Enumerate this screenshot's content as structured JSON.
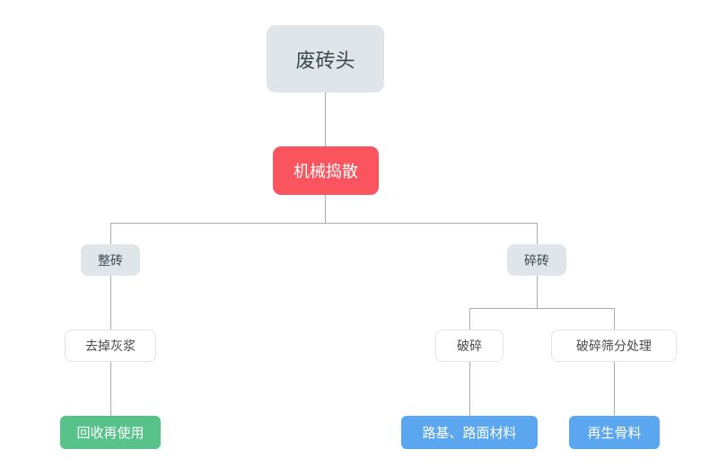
{
  "diagram": {
    "type": "flowchart",
    "nodes": {
      "root": {
        "label": "废砖头",
        "style": "gray"
      },
      "process": {
        "label": "机械捣散",
        "style": "red"
      },
      "whole_brick": {
        "label": "整砖",
        "style": "gray"
      },
      "broken_brick": {
        "label": "碎砖",
        "style": "gray"
      },
      "remove_mortar": {
        "label": "去掉灰浆",
        "style": "outline"
      },
      "crush": {
        "label": "破碎",
        "style": "outline"
      },
      "crush_screen": {
        "label": "破碎筛分处理",
        "style": "outline"
      },
      "recycle_reuse": {
        "label": "回收再使用",
        "style": "green"
      },
      "road_material": {
        "label": "路基、路面材料",
        "style": "blue"
      },
      "recycled_aggregate": {
        "label": "再生骨料",
        "style": "blue"
      }
    },
    "edges": [
      [
        "废砖头",
        "机械捣散"
      ],
      [
        "机械捣散",
        "整砖"
      ],
      [
        "机械捣散",
        "碎砖"
      ],
      [
        "整砖",
        "去掉灰浆"
      ],
      [
        "去掉灰浆",
        "回收再使用"
      ],
      [
        "碎砖",
        "破碎"
      ],
      [
        "碎砖",
        "破碎筛分处理"
      ],
      [
        "破碎",
        "路基、路面材料"
      ],
      [
        "破碎筛分处理",
        "再生骨料"
      ]
    ],
    "colors": {
      "node_gray_bg": "#dfe5e8",
      "node_gray_text": "#3e4a52",
      "node_red_bg": "#fa545e",
      "node_green_bg": "#57c289",
      "node_blue_bg": "#5aa7f0",
      "node_outline_border": "#e3e3e3",
      "node_outline_text": "#4a4a4a",
      "node_light_text": "#ffffff",
      "connector": "#ababab",
      "background": "#ffffff"
    }
  }
}
